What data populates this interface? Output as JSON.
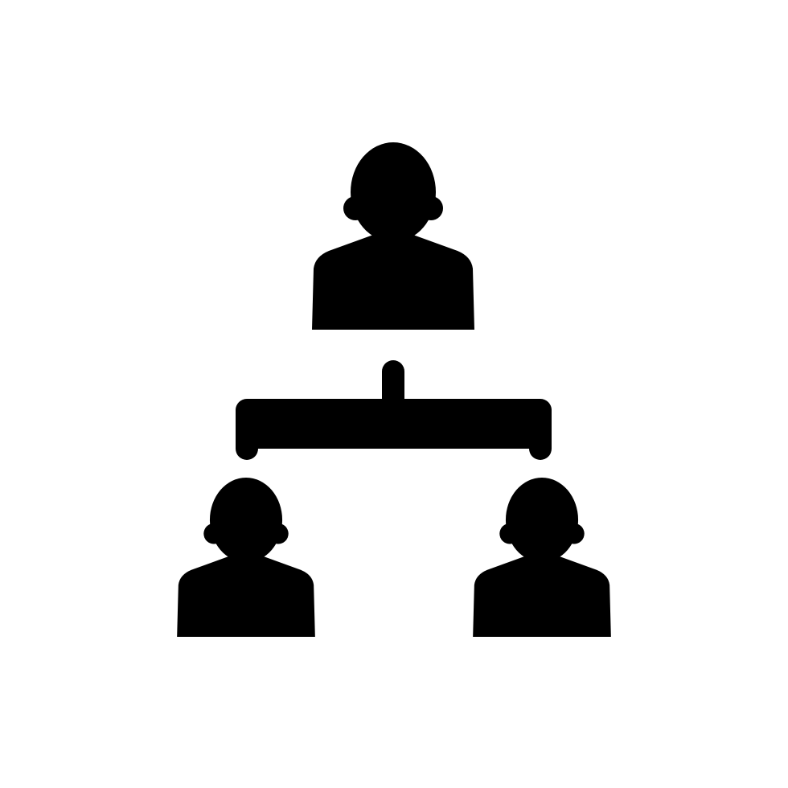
{
  "diagram": {
    "type": "org-chart-icon",
    "nodes": [
      {
        "id": "top",
        "role": "parent",
        "icon": "person-icon"
      },
      {
        "id": "bottom-left",
        "role": "child",
        "icon": "person-icon"
      },
      {
        "id": "bottom-right",
        "role": "child",
        "icon": "person-icon"
      }
    ],
    "edges": [
      {
        "from": "top",
        "to": "bottom-left"
      },
      {
        "from": "top",
        "to": "bottom-right"
      }
    ]
  },
  "colors": {
    "background": "#ffffff",
    "foreground": "#000000"
  }
}
